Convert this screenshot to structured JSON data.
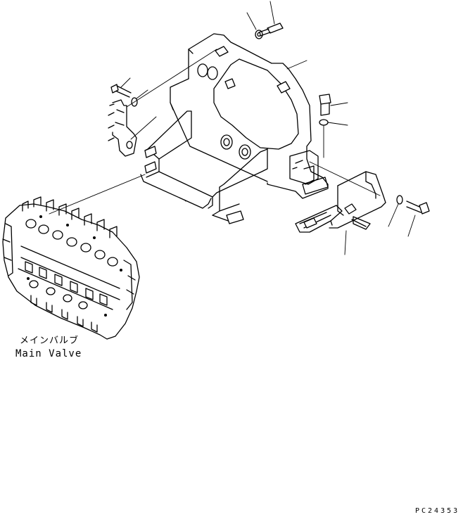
{
  "labels": {
    "main_valve_jp": "メインバルブ",
    "main_valve_en": "Main Valve"
  },
  "drawing_code": "PC24353",
  "colors": {
    "ink": "#000000",
    "paper": "#ffffff"
  }
}
